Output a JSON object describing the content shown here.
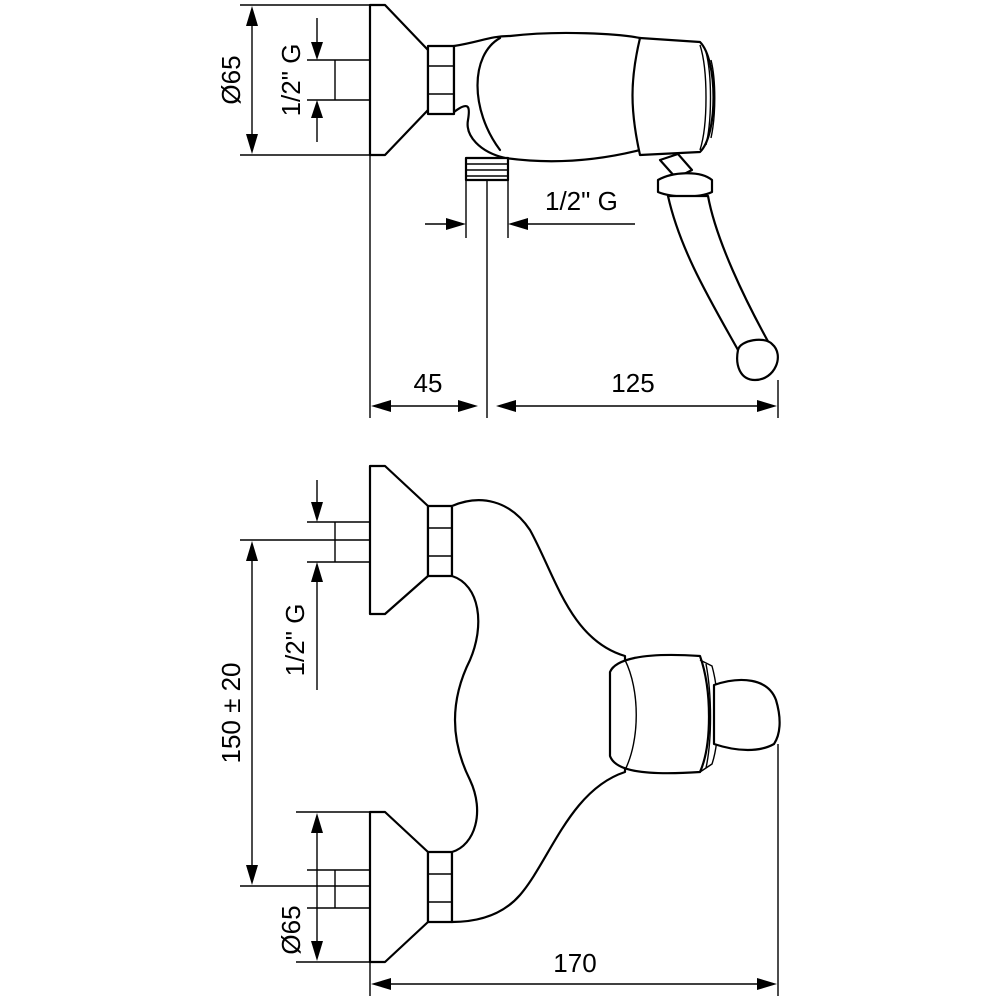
{
  "top_view": {
    "dia_label": "Ø65",
    "thread_label_left": "1/2\" G",
    "thread_label_outlet": "1/2\" G",
    "dim_45": "45",
    "dim_125": "125"
  },
  "front_view": {
    "thread_label": "1/2\" G",
    "dim_150": "150 ± 20",
    "dia_label": "Ø65",
    "dim_170": "170"
  }
}
